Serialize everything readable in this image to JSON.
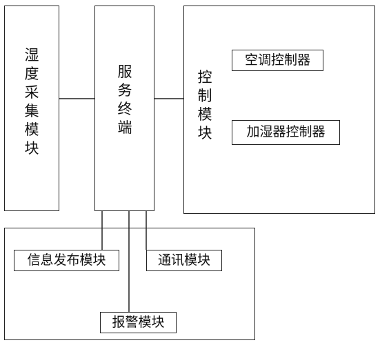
{
  "diagram": {
    "humidity_collection_module": "湿度采集模块",
    "service_terminal": "服务终端",
    "control_module": "控制模块",
    "ac_controller": "空调控制器",
    "humidifier_controller": "加湿器控制器",
    "info_publish_module": "信息发布模块",
    "communication_module": "通讯模块",
    "alarm_module": "报警模块"
  },
  "colors": {
    "line": "#222222",
    "background": "#ffffff"
  }
}
